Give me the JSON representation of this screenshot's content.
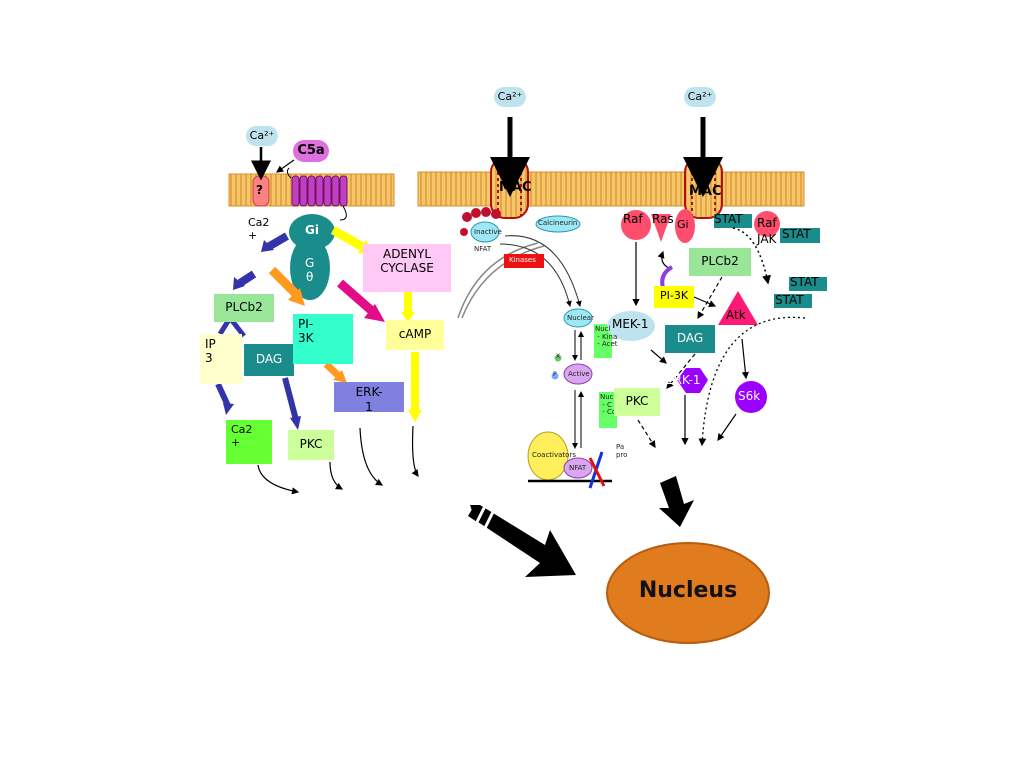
{
  "labels": {
    "ca_left": "Ca²⁺",
    "c5a": "C5a",
    "question": "?",
    "ca_inside": "Ca2\n+",
    "gi_left": "Gi",
    "g_theta": "G\nθ",
    "adenyl_cyclase": "ADENYL\nCYCLASE",
    "camp": "cAMP",
    "plcb2_left": "PLCb2",
    "ip3": "IP\n3",
    "dag_left": "DAG",
    "pi3k_left": "PI-\n3K",
    "erk1_left": "ERK-\n1",
    "ca2_box": "Ca2\n+",
    "pkc_left": "PKC",
    "ca_mid": "Ca²⁺",
    "mac_mid": "MAC",
    "ca_right": "Ca²⁺",
    "mac_right": "MAC",
    "raf1": "Raf",
    "ras": "Ras",
    "gi_right": "Gi",
    "stat1": "STAT",
    "raf2": "Raf",
    "jak": "JAK",
    "stat2": "STAT",
    "plcb2_right": "PLCb2",
    "pi3k_right": "PI-3K",
    "stat3": "STAT",
    "stat4": "STAT",
    "atk": "Atk",
    "mek1": "MEK-1",
    "dag_right": "DAG",
    "erk1_right": "ERK-1",
    "pkc_right": "PKC",
    "s6k": "S6k",
    "nucleus": "Nucleus"
  },
  "inset": {
    "inactive": "Inactive",
    "nfat1": "NFAT",
    "calcineurin": "Calcineurin",
    "kinases": "Kinases",
    "nuclear": "Nuclear",
    "active": "Active",
    "coactivators": "Coactivators",
    "nfat2": "NFAT",
    "nuc_box1": "Nucl\n - Kina\n - Acet",
    "nuc_box2": "Nuc\n - C\n - Co",
    "pa": "Pa\npro",
    "x": "X",
    "p": "P"
  },
  "colors": {
    "membrane": "#f6c768",
    "membrane_stripe": "#d98c2a",
    "teal": "#1a8c8c",
    "adenyl": "#ffc8f5",
    "camp": "#ffff99",
    "plcb2": "#99e699",
    "ip3": "#ffffcc",
    "dag": "#1a8c8c",
    "pi3k": "#33ffcc",
    "erk_left": "#8080e0",
    "ca2box": "#66ff33",
    "pkc": "#ccff99",
    "nucleus": "#e07b1e",
    "magenta": "#e30b87",
    "yellow": "#ffff00",
    "orange": "#ff9a1e",
    "navy": "#3333aa",
    "raf": "#ff4d6d",
    "stat": "#1a8c8c",
    "atk": "#ff1a75",
    "s6k": "#9900ff",
    "erk_right": "#9900ff",
    "mek": "#bfe3ee"
  }
}
